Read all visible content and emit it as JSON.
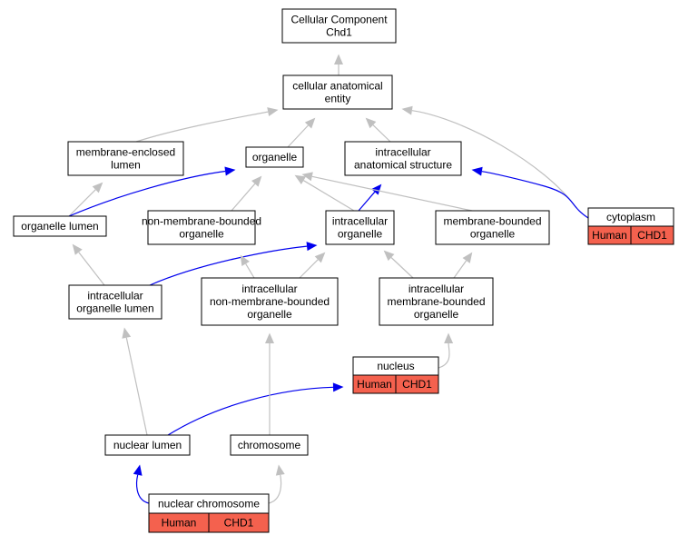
{
  "colors": {
    "is_a_edge": "#c0c0c0",
    "part_of_edge": "#0000ee",
    "annotation_fill": "#f4614e",
    "node_border": "#000000"
  },
  "nodes": [
    {
      "id": "root",
      "lines": [
        "Cellular Component",
        "Chd1"
      ]
    },
    {
      "id": "cae",
      "lines": [
        "cellular anatomical",
        "entity"
      ]
    },
    {
      "id": "mel",
      "lines": [
        "membrane-enclosed",
        "lumen"
      ]
    },
    {
      "id": "organelle",
      "lines": [
        "organelle"
      ]
    },
    {
      "id": "ias",
      "lines": [
        "intracellular",
        "anatomical structure"
      ]
    },
    {
      "id": "ol",
      "lines": [
        "organelle lumen"
      ]
    },
    {
      "id": "nmbo",
      "lines": [
        "non-membrane-bounded",
        "organelle"
      ]
    },
    {
      "id": "io",
      "lines": [
        "intracellular",
        "organelle"
      ]
    },
    {
      "id": "mbo",
      "lines": [
        "membrane-bounded",
        "organelle"
      ]
    },
    {
      "id": "cytoplasm",
      "lines": [
        "cytoplasm"
      ],
      "annotations": [
        "Human",
        "CHD1"
      ]
    },
    {
      "id": "iol",
      "lines": [
        "intracellular",
        "organelle lumen"
      ]
    },
    {
      "id": "inmbo",
      "lines": [
        "intracellular",
        "non-membrane-bounded",
        "organelle"
      ]
    },
    {
      "id": "imbo",
      "lines": [
        "intracellular",
        "membrane-bounded",
        "organelle"
      ]
    },
    {
      "id": "nucleus",
      "lines": [
        "nucleus"
      ],
      "annotations": [
        "Human",
        "CHD1"
      ]
    },
    {
      "id": "nl",
      "lines": [
        "nuclear lumen"
      ]
    },
    {
      "id": "chromosome",
      "lines": [
        "chromosome"
      ]
    },
    {
      "id": "nc",
      "lines": [
        "nuclear chromosome"
      ],
      "annotations": [
        "Human",
        "CHD1"
      ]
    }
  ],
  "edges": [
    {
      "from": "cae",
      "to": "root",
      "type": "is_a"
    },
    {
      "from": "mel",
      "to": "cae",
      "type": "is_a"
    },
    {
      "from": "organelle",
      "to": "cae",
      "type": "is_a"
    },
    {
      "from": "ias",
      "to": "cae",
      "type": "is_a"
    },
    {
      "from": "cytoplasm",
      "to": "cae",
      "type": "is_a"
    },
    {
      "from": "cytoplasm",
      "to": "ias",
      "type": "part_of"
    },
    {
      "from": "ol",
      "to": "mel",
      "type": "is_a"
    },
    {
      "from": "ol",
      "to": "organelle",
      "type": "part_of"
    },
    {
      "from": "nmbo",
      "to": "organelle",
      "type": "is_a"
    },
    {
      "from": "io",
      "to": "organelle",
      "type": "is_a"
    },
    {
      "from": "io",
      "to": "ias",
      "type": "part_of"
    },
    {
      "from": "mbo",
      "to": "organelle",
      "type": "is_a"
    },
    {
      "from": "iol",
      "to": "ol",
      "type": "is_a"
    },
    {
      "from": "iol",
      "to": "io",
      "type": "part_of"
    },
    {
      "from": "inmbo",
      "to": "nmbo",
      "type": "is_a"
    },
    {
      "from": "inmbo",
      "to": "io",
      "type": "is_a"
    },
    {
      "from": "imbo",
      "to": "io",
      "type": "is_a"
    },
    {
      "from": "imbo",
      "to": "mbo",
      "type": "is_a"
    },
    {
      "from": "nucleus",
      "to": "imbo",
      "type": "is_a"
    },
    {
      "from": "nl",
      "to": "iol",
      "type": "is_a"
    },
    {
      "from": "nl",
      "to": "nucleus",
      "type": "part_of"
    },
    {
      "from": "chromosome",
      "to": "inmbo",
      "type": "is_a"
    },
    {
      "from": "nc",
      "to": "nl",
      "type": "part_of"
    },
    {
      "from": "nc",
      "to": "chromosome",
      "type": "is_a"
    }
  ]
}
